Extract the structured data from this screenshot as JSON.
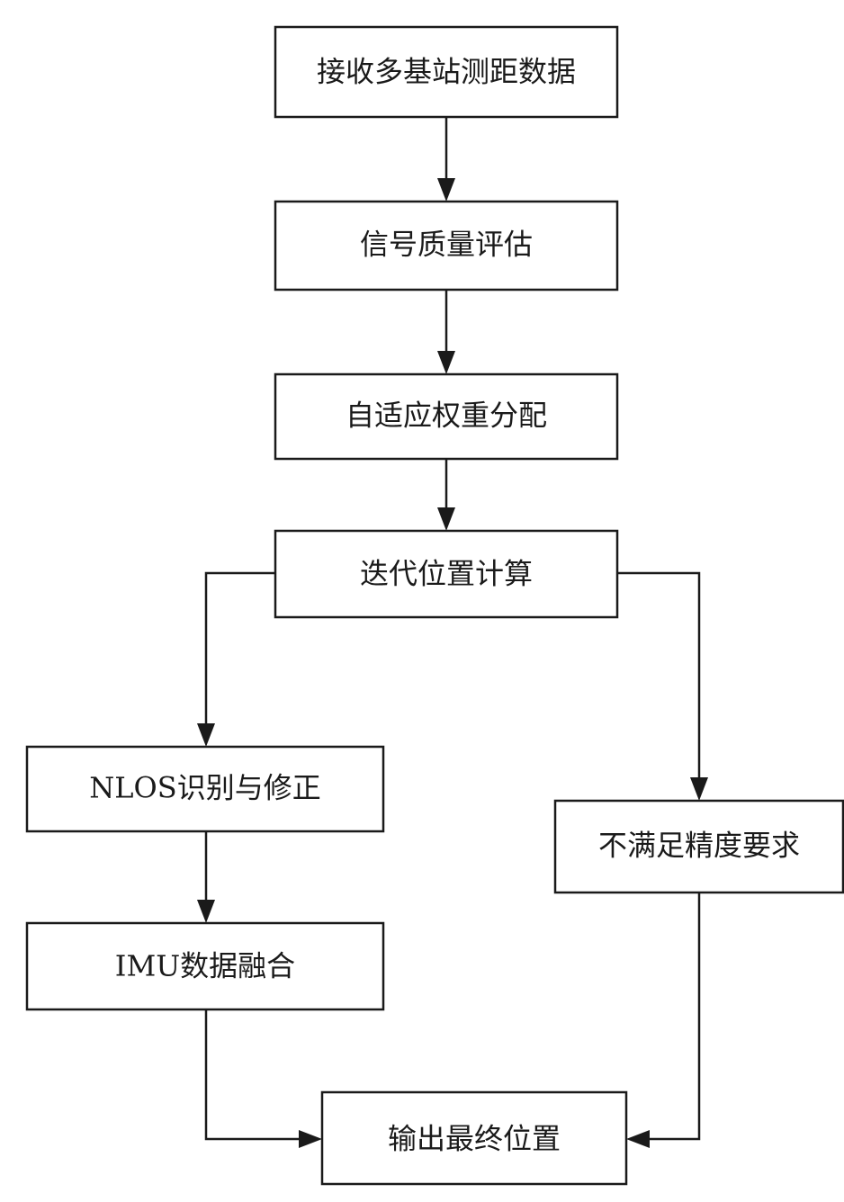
{
  "diagram": {
    "type": "flowchart",
    "nodes": [
      {
        "id": "receive",
        "label": "接收多基站测距数据"
      },
      {
        "id": "quality",
        "label": "信号质量评估"
      },
      {
        "id": "weight",
        "label": "自适应权重分配"
      },
      {
        "id": "iterate",
        "label": "迭代位置计算"
      },
      {
        "id": "nlos",
        "label": "NLOS识别与修正"
      },
      {
        "id": "imu",
        "label": "IMU数据融合"
      },
      {
        "id": "precision",
        "label": "不满足精度要求"
      },
      {
        "id": "output",
        "label": "输出最终位置"
      }
    ],
    "edges": [
      {
        "from": "receive",
        "to": "quality"
      },
      {
        "from": "quality",
        "to": "weight"
      },
      {
        "from": "weight",
        "to": "iterate"
      },
      {
        "from": "iterate",
        "to": "nlos"
      },
      {
        "from": "iterate",
        "to": "precision"
      },
      {
        "from": "nlos",
        "to": "imu"
      },
      {
        "from": "imu",
        "to": "output"
      },
      {
        "from": "precision",
        "to": "output"
      }
    ]
  }
}
